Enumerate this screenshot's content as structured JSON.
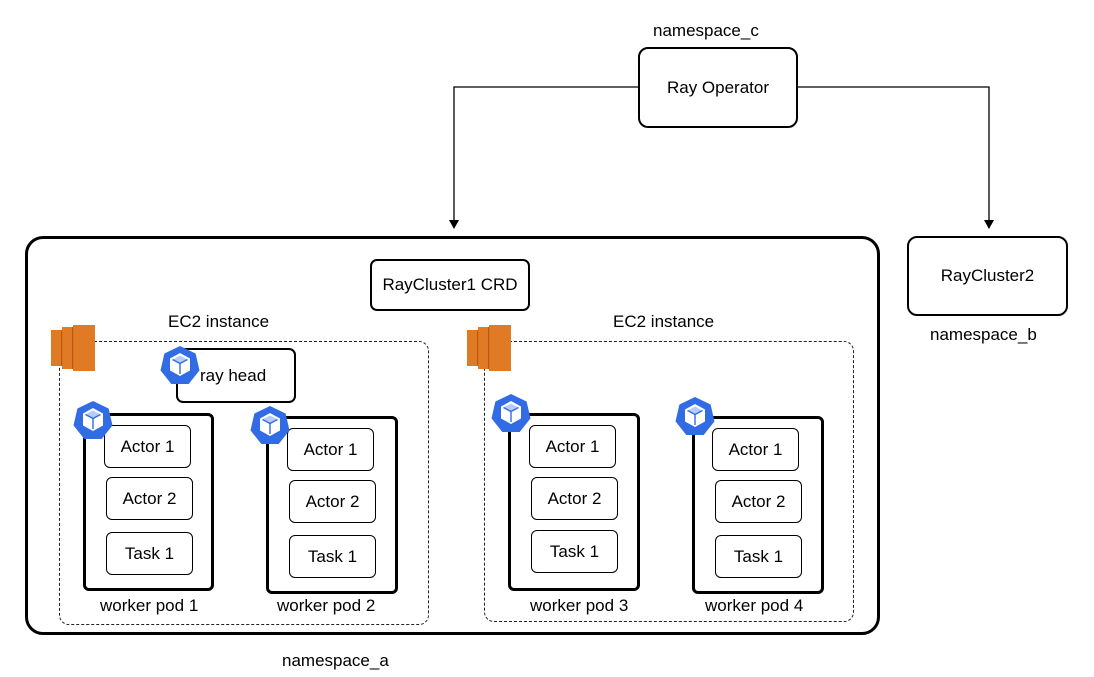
{
  "operator": {
    "label": "Ray Operator",
    "namespace": "namespace_c"
  },
  "cluster1": {
    "crd_label": "RayCluster1 CRD",
    "namespace": "namespace_a",
    "instances": [
      {
        "label": "EC2 instance",
        "head_label": "ray head",
        "pods": [
          {
            "label": "worker pod 1",
            "items": [
              "Actor 1",
              "Actor 2",
              "Task 1"
            ]
          },
          {
            "label": "worker pod 2",
            "items": [
              "Actor 1",
              "Actor 2",
              "Task 1"
            ]
          }
        ]
      },
      {
        "label": "EC2 instance",
        "pods": [
          {
            "label": "worker pod 3",
            "items": [
              "Actor 1",
              "Actor 2",
              "Task 1"
            ]
          },
          {
            "label": "worker pod 4",
            "items": [
              "Actor 1",
              "Actor 2",
              "Task 1"
            ]
          }
        ]
      }
    ]
  },
  "cluster2": {
    "label": "RayCluster2",
    "namespace": "namespace_b"
  },
  "colors": {
    "aws_orange": "#e07a24",
    "kube_blue": "#326ce5"
  },
  "icons": {
    "ec2": "aws-ec2-icon",
    "pod": "kubernetes-pod-icon"
  }
}
